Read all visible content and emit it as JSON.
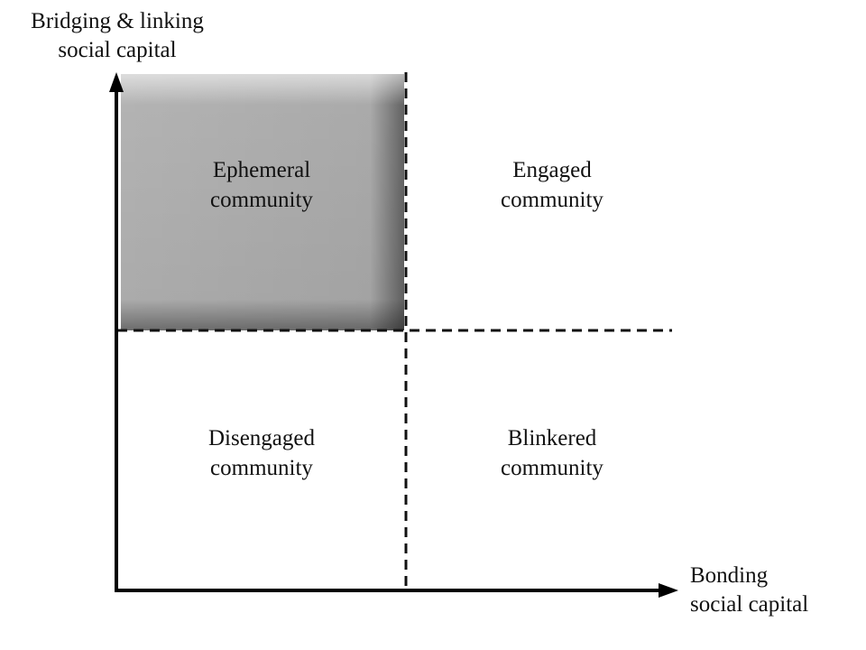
{
  "axes": {
    "y_label": [
      "Bridging & linking",
      "social capital"
    ],
    "x_label": [
      "Bonding",
      "social capital"
    ]
  },
  "quadrants": {
    "top_left": {
      "lines": [
        "Ephemeral",
        "community"
      ],
      "highlighted": true
    },
    "top_right": {
      "lines": [
        "Engaged",
        "community"
      ],
      "highlighted": false
    },
    "bottom_left": {
      "lines": [
        "Disengaged",
        "community"
      ],
      "highlighted": false
    },
    "bottom_right": {
      "lines": [
        "Blinkered",
        "community"
      ],
      "highlighted": false
    }
  },
  "colors": {
    "axis": "#000000",
    "divider": "#111111",
    "highlight_fill": "#b4b4b4",
    "text": "#111111"
  }
}
